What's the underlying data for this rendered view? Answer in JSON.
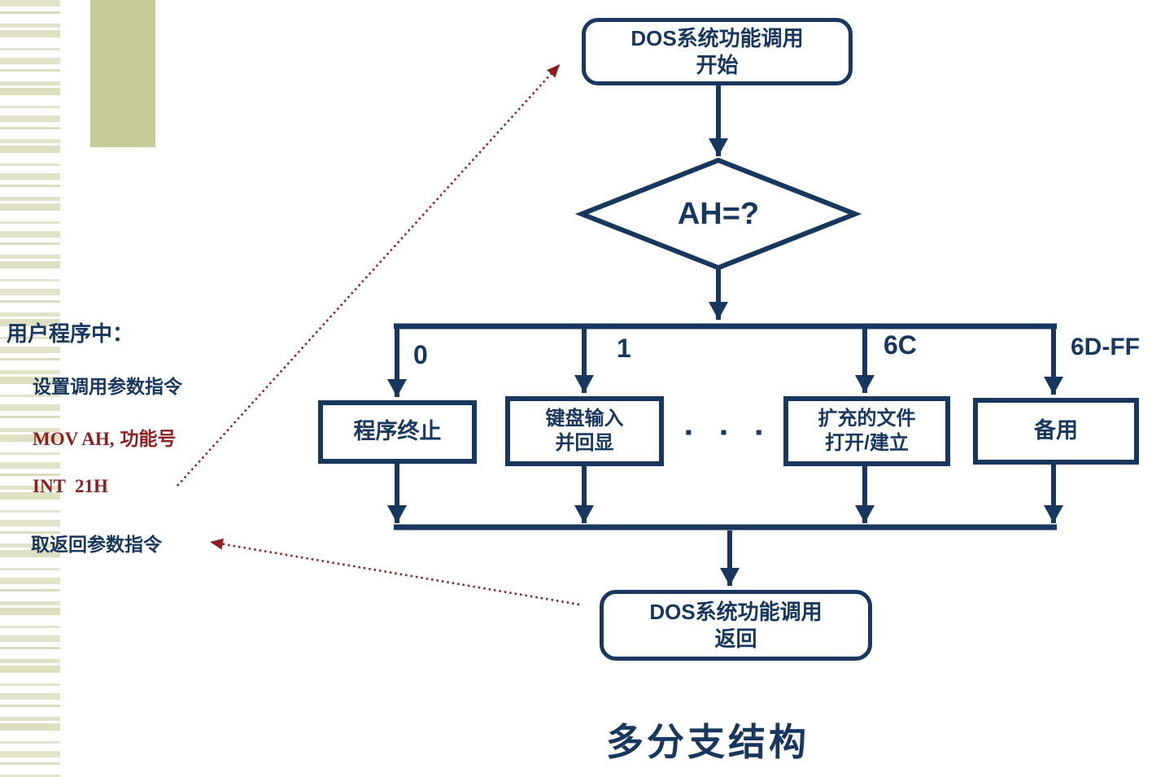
{
  "colors": {
    "navy": "#17375e",
    "maroon": "#8b2121",
    "stripe_olive": "#e0e0c4",
    "block_olive": "#c9cb96"
  },
  "left_notes": {
    "heading": "用户程序中：",
    "line1": "设置调用参数指令",
    "line2_latin": "MOV AH,",
    "line2_cn": "功能号",
    "line3": "INT  21H",
    "line4": "取返回参数指令"
  },
  "flowchart": {
    "start_line1": "DOS系统功能调用",
    "start_line2": "开始",
    "decision": "AH=?",
    "branches": [
      {
        "label": "0",
        "box_line1": "程序终止",
        "box_line2": ""
      },
      {
        "label": "1",
        "box_line1": "键盘输入",
        "box_line2": "并回显"
      },
      {
        "label": "6C",
        "box_line1": "扩充的文件",
        "box_line2": "打开/建立"
      },
      {
        "label": "6D-FF",
        "box_line1": "备用",
        "box_line2": ""
      }
    ],
    "ellipsis": "▪ ▪ ▪",
    "end_line1": "DOS系统功能调用",
    "end_line2": "返回"
  },
  "caption": "多分支结构"
}
